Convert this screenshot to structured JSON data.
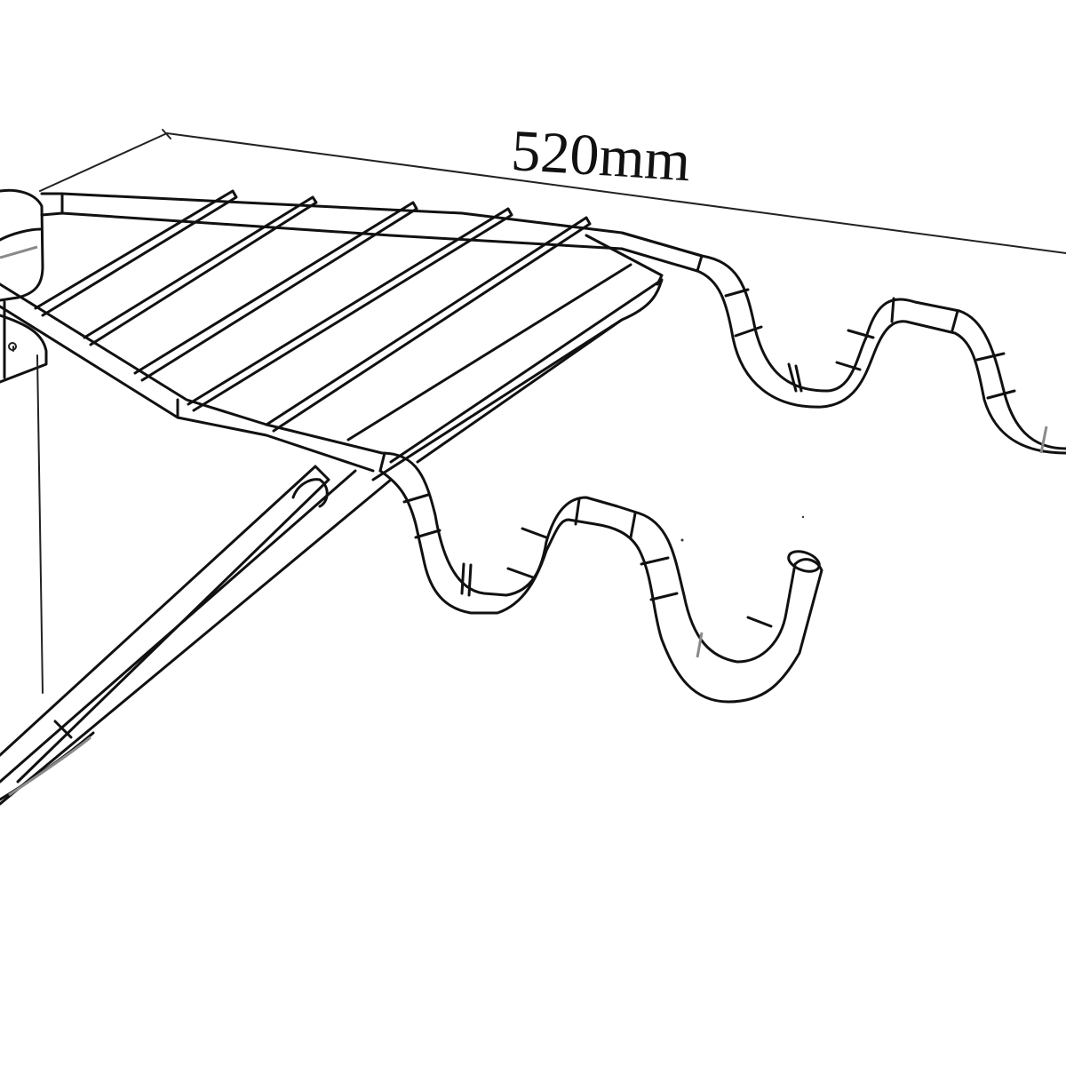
{
  "diagram": {
    "subject": "wall-mounted folding drying rack",
    "dimension": {
      "label": "520mm",
      "value": 520,
      "unit": "mm"
    },
    "colors": {
      "line": "#111111",
      "background": "#ffffff",
      "highlight_ring": "#8a8a8a"
    },
    "parts": {
      "rack_bars_count": 5,
      "wavy_arms_count": 2,
      "support_struts_count": 2
    }
  }
}
